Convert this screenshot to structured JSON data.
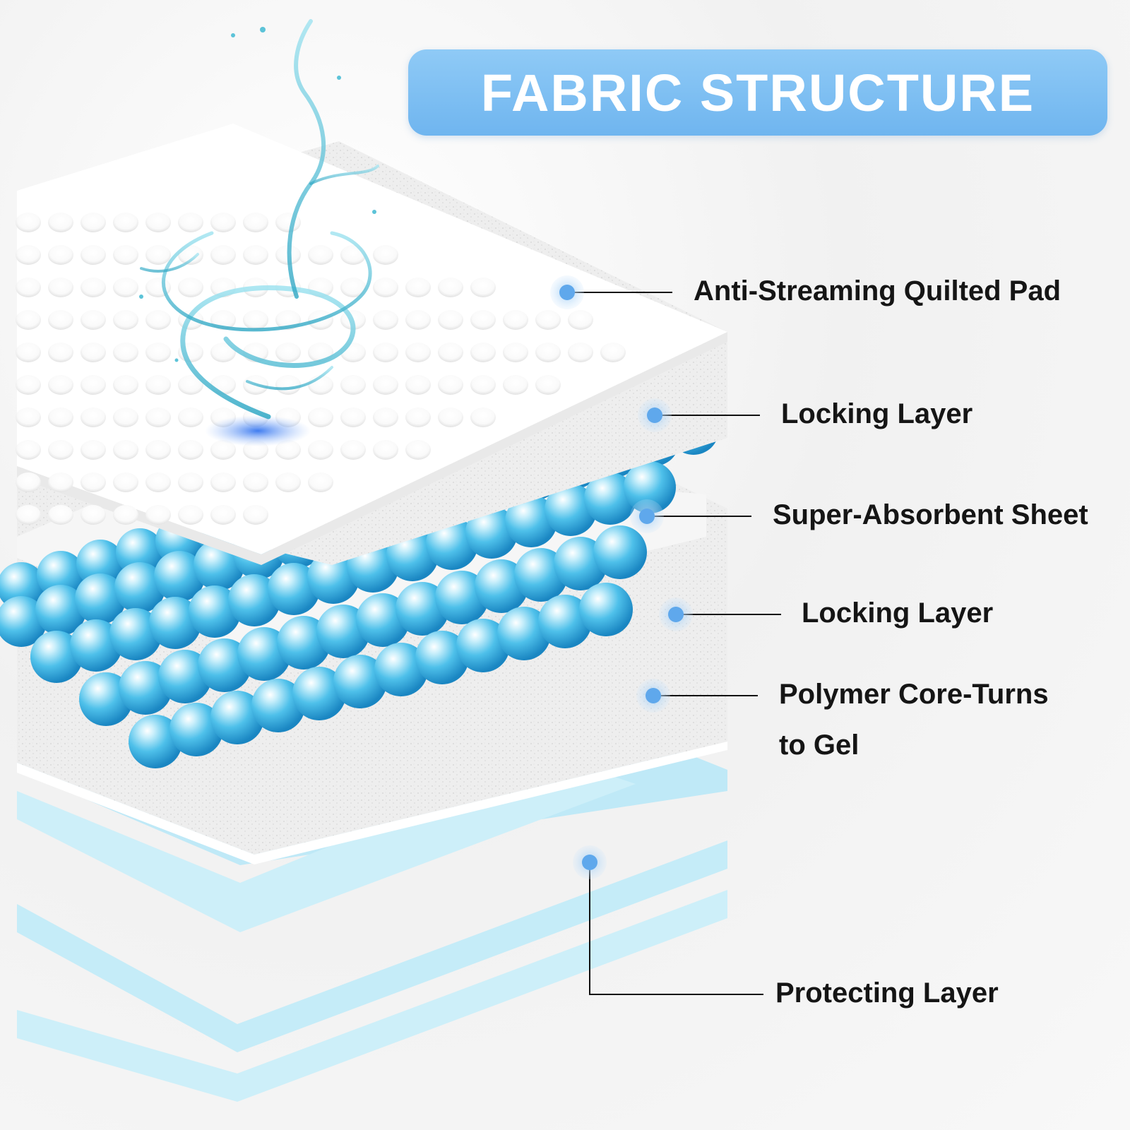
{
  "title": "FABRIC STRUCTURE",
  "layers": [
    {
      "id": "anti-streaming",
      "label": "Anti-Streaming Quilted Pad"
    },
    {
      "id": "locking-1",
      "label": "Locking Layer"
    },
    {
      "id": "super-absorbent",
      "label": "Super-Absorbent Sheet"
    },
    {
      "id": "locking-2",
      "label": "Locking Layer"
    },
    {
      "id": "polymer-core",
      "label_line1": "Polymer Core-Turns",
      "label_line2": "to Gel"
    },
    {
      "id": "protecting",
      "label": "Protecting Layer"
    }
  ],
  "colors": {
    "banner": "#7dbff2",
    "marker": "#6aaeee",
    "bead": "#3aaee0",
    "film": "#c7ecf8",
    "water": "#3fb3d0"
  },
  "icons": [
    "water-splash-icon",
    "gel-bead-icon",
    "callout-marker-icon"
  ]
}
